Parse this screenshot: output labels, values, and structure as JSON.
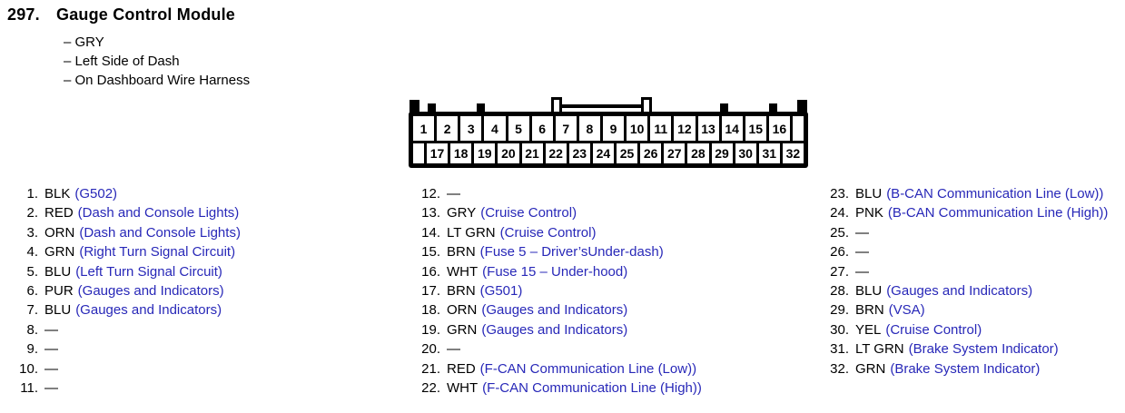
{
  "header": {
    "number": "297.",
    "title": "Gauge Control Module",
    "attributes": [
      "– GRY",
      "– Left Side of Dash",
      "– On Dashboard Wire Harness"
    ]
  },
  "connector": {
    "top_row": [
      "1",
      "2",
      "3",
      "4",
      "5",
      "6",
      "7",
      "8",
      "9",
      "10",
      "11",
      "12",
      "13",
      "14",
      "15",
      "16"
    ],
    "bottom_row": [
      "17",
      "18",
      "19",
      "20",
      "21",
      "22",
      "23",
      "24",
      "25",
      "26",
      "27",
      "28",
      "29",
      "30",
      "31",
      "32"
    ]
  },
  "pin_list": {
    "columns": [
      {
        "entries": [
          {
            "num": "1.",
            "wire": "BLK",
            "circuit": "(G502)"
          },
          {
            "num": "2.",
            "wire": "RED",
            "circuit": "(Dash and Console Lights)"
          },
          {
            "num": "3.",
            "wire": "ORN",
            "circuit": "(Dash and Console Lights)"
          },
          {
            "num": "4.",
            "wire": "GRN",
            "circuit": "(Right Turn Signal Circuit)"
          },
          {
            "num": "5.",
            "wire": "BLU",
            "circuit": "(Left Turn Signal Circuit)"
          },
          {
            "num": "6.",
            "wire": "PUR",
            "circuit": "(Gauges and Indicators)"
          },
          {
            "num": "7.",
            "wire": "BLU",
            "circuit": "(Gauges and Indicators)"
          },
          {
            "num": "8.",
            "wire": "—",
            "circuit": ""
          },
          {
            "num": "9.",
            "wire": "—",
            "circuit": ""
          },
          {
            "num": "10.",
            "wire": "—",
            "circuit": ""
          },
          {
            "num": "11.",
            "wire": "—",
            "circuit": ""
          }
        ]
      },
      {
        "entries": [
          {
            "num": "12.",
            "wire": "—",
            "circuit": ""
          },
          {
            "num": "13.",
            "wire": "GRY",
            "circuit": "(Cruise Control)"
          },
          {
            "num": "14.",
            "wire": "LT GRN",
            "circuit": "(Cruise Control)"
          },
          {
            "num": "15.",
            "wire": "BRN",
            "circuit": "(Fuse 5 – Driver’sUnder-dash)"
          },
          {
            "num": "16.",
            "wire": "WHT",
            "circuit": "(Fuse 15 – Under-hood)"
          },
          {
            "num": "17.",
            "wire": "BRN",
            "circuit": "(G501)"
          },
          {
            "num": "18.",
            "wire": "ORN",
            "circuit": "(Gauges and Indicators)"
          },
          {
            "num": "19.",
            "wire": "GRN",
            "circuit": "(Gauges and Indicators)"
          },
          {
            "num": "20.",
            "wire": "—",
            "circuit": ""
          },
          {
            "num": "21.",
            "wire": "RED",
            "circuit": "(F-CAN Communication Line (Low))"
          },
          {
            "num": "22.",
            "wire": "WHT",
            "circuit": "(F-CAN Communication Line (High))"
          }
        ]
      },
      {
        "entries": [
          {
            "num": "23.",
            "wire": "BLU",
            "circuit": "(B-CAN Communication Line (Low))"
          },
          {
            "num": "24.",
            "wire": "PNK",
            "circuit": "(B-CAN Communication Line (High))"
          },
          {
            "num": "25.",
            "wire": "—",
            "circuit": ""
          },
          {
            "num": "26.",
            "wire": "—",
            "circuit": ""
          },
          {
            "num": "27.",
            "wire": "—",
            "circuit": ""
          },
          {
            "num": "28.",
            "wire": "BLU",
            "circuit": "(Gauges and Indicators)"
          },
          {
            "num": "29.",
            "wire": "BRN",
            "circuit": "(VSA)"
          },
          {
            "num": "30.",
            "wire": "YEL",
            "circuit": "(Cruise Control)"
          },
          {
            "num": "31.",
            "wire": "LT GRN",
            "circuit": "(Brake System Indicator)"
          },
          {
            "num": "32.",
            "wire": "GRN",
            "circuit": "(Brake System Indicator)"
          }
        ]
      }
    ]
  },
  "colors": {
    "circuit_link_blue": "#2828b8",
    "diagram_ink": "#000000",
    "background": "#ffffff"
  }
}
